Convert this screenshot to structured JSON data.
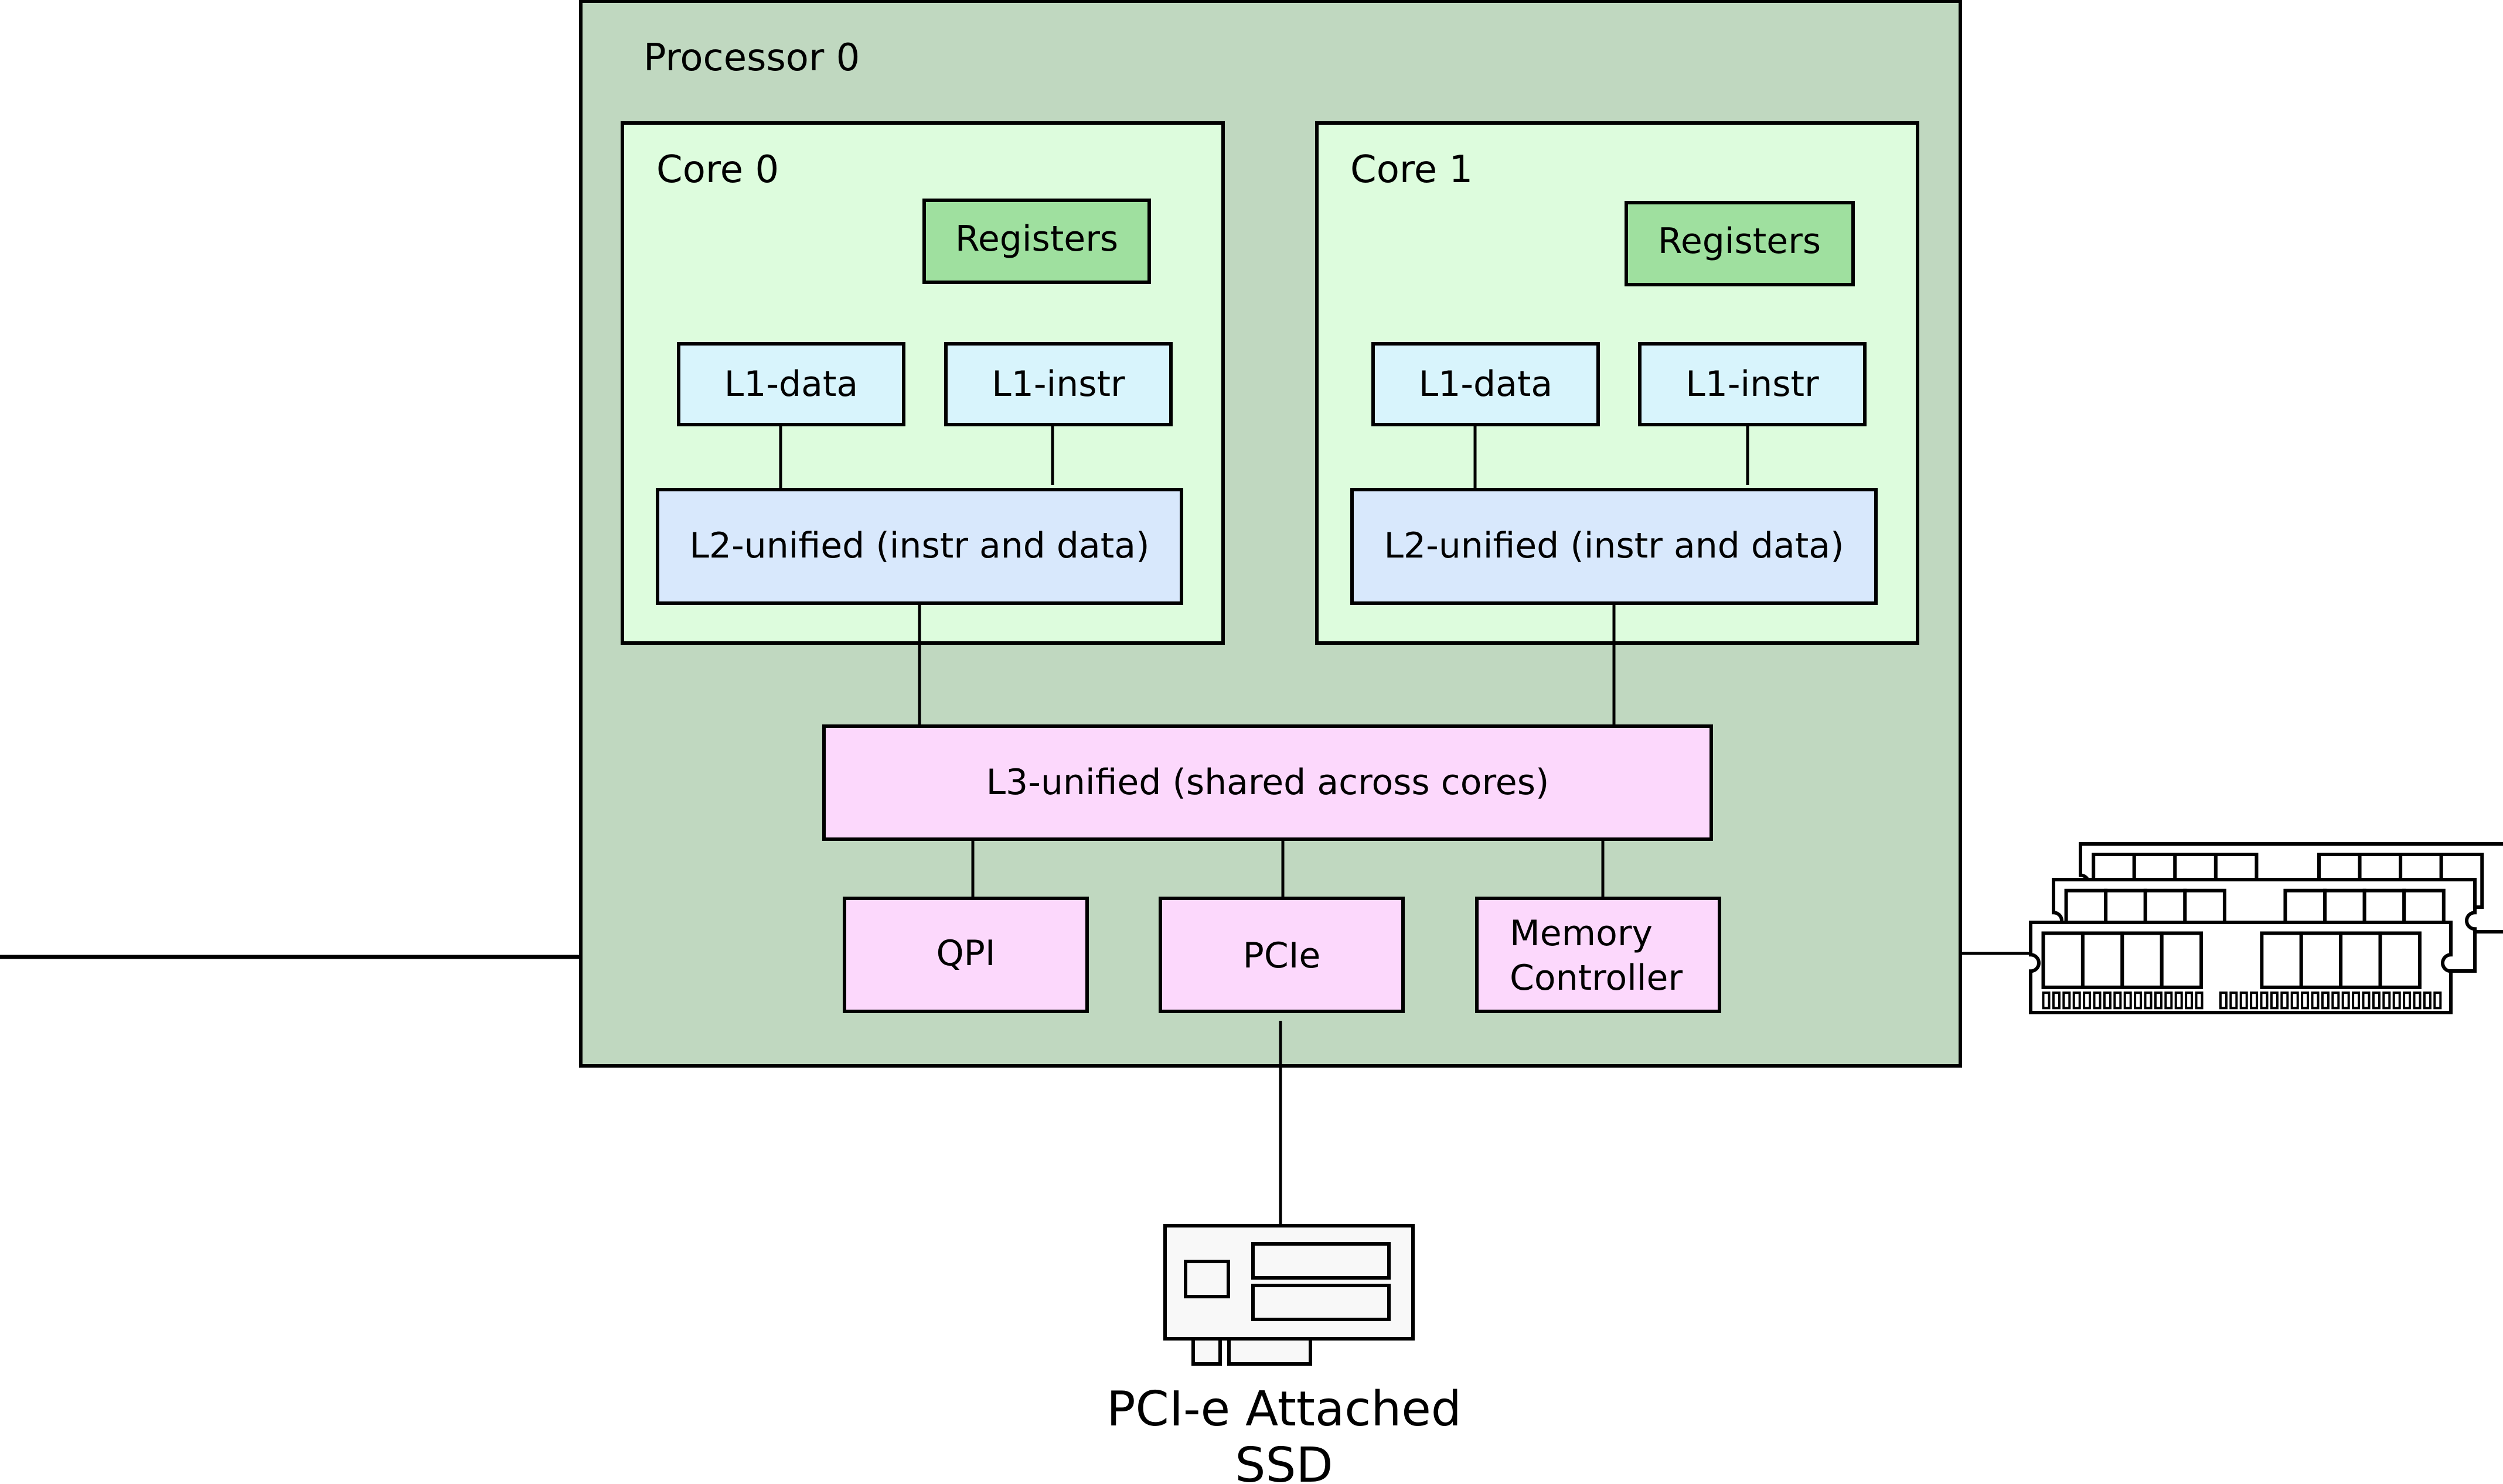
{
  "colors": {
    "processor_fill": "#c0d8c0",
    "core_fill": "#ddfcdd",
    "registers_fill": "#9fe09f",
    "l1_fill": "#d8f4fc",
    "l2_fill": "#d8e8fc",
    "uncore_fill": "#fcd8fc",
    "ssd_fill": "#f8f8f8",
    "line": "#000000"
  },
  "processor": {
    "label": "Processor 0",
    "cores": [
      {
        "label": "Core 0",
        "registers": "Registers",
        "l1_data": "L1-data",
        "l1_instr": "L1-instr",
        "l2": "L2-unified (instr and data)"
      },
      {
        "label": "Core 1",
        "registers": "Registers",
        "l1_data": "L1-data",
        "l1_instr": "L1-instr",
        "l2": "L2-unified (instr and data)"
      }
    ],
    "l3": "L3-unified (shared across cores)",
    "qpi": "QPI",
    "pcie": "PCIe",
    "memory_controller": [
      "Memory",
      "Controller"
    ]
  },
  "external": {
    "ssd_label": [
      "PCI-e Attached",
      "SSD"
    ],
    "ram_icon": "ram-modules-icon",
    "ssd_icon": "pcie-ssd-card-icon"
  }
}
